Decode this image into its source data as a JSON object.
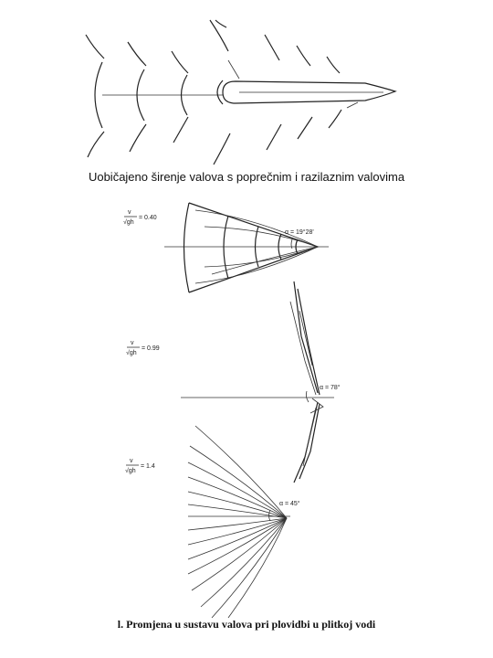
{
  "caption_top": "Uobičajeno širenje valova s poprečnim i razilaznim valovima",
  "caption_bottom": "l. Promjena u sustavu valova pri plovidbi u plitkoj vodi",
  "panels": [
    {
      "ratio_num": "v",
      "ratio_den": "√gh",
      "ratio_value": "= 0.40",
      "alpha": "α = 19°28'"
    },
    {
      "ratio_num": "v",
      "ratio_den": "√gh",
      "ratio_value": "= 0.99",
      "alpha": "α = 78°"
    },
    {
      "ratio_num": "v",
      "ratio_den": "√gh",
      "ratio_value": "= 1.4",
      "alpha": "α = 45°"
    }
  ]
}
